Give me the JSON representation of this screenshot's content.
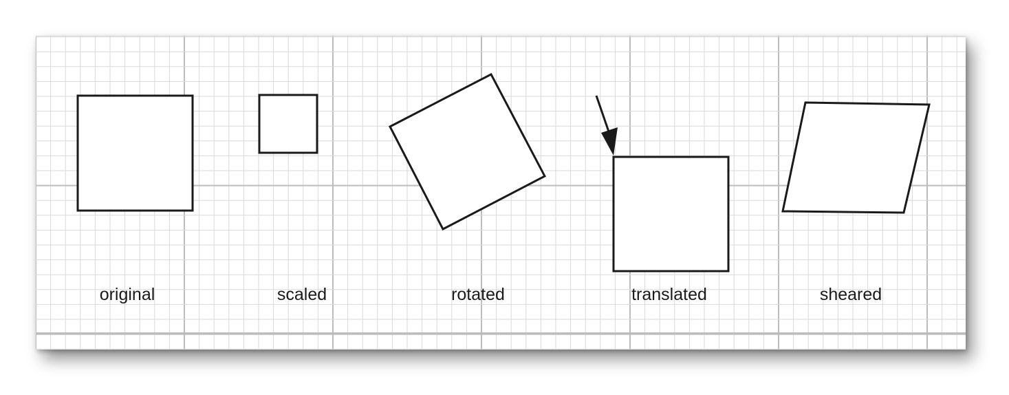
{
  "panels": [
    {
      "id": "original",
      "label": "original"
    },
    {
      "id": "scaled",
      "label": "scaled"
    },
    {
      "id": "rotated",
      "label": "rotated"
    },
    {
      "id": "translated",
      "label": "translated"
    },
    {
      "id": "sheared",
      "label": "sheared"
    }
  ],
  "colors": {
    "minor_grid": "#d9d9d9",
    "major_grid": "#bdbdbd",
    "shape_stroke": "#1a1a1a",
    "shape_fill": "#ffffff"
  }
}
